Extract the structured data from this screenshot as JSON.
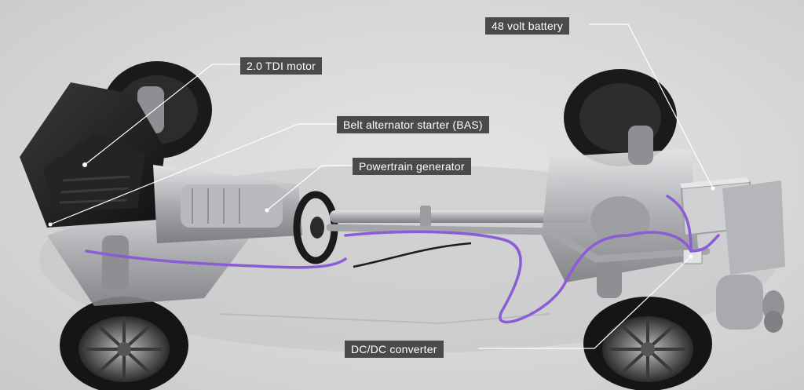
{
  "callouts": {
    "battery": "48 volt battery",
    "tdi_motor": "2.0 TDI motor",
    "bas": "Belt alternator starter (BAS)",
    "generator": "Powertrain generator",
    "dcdc": "DC/DC converter"
  },
  "colors": {
    "background": "#d9d9da",
    "label_bg": "#4a4a4c",
    "wiring": "#8a5cd6"
  }
}
